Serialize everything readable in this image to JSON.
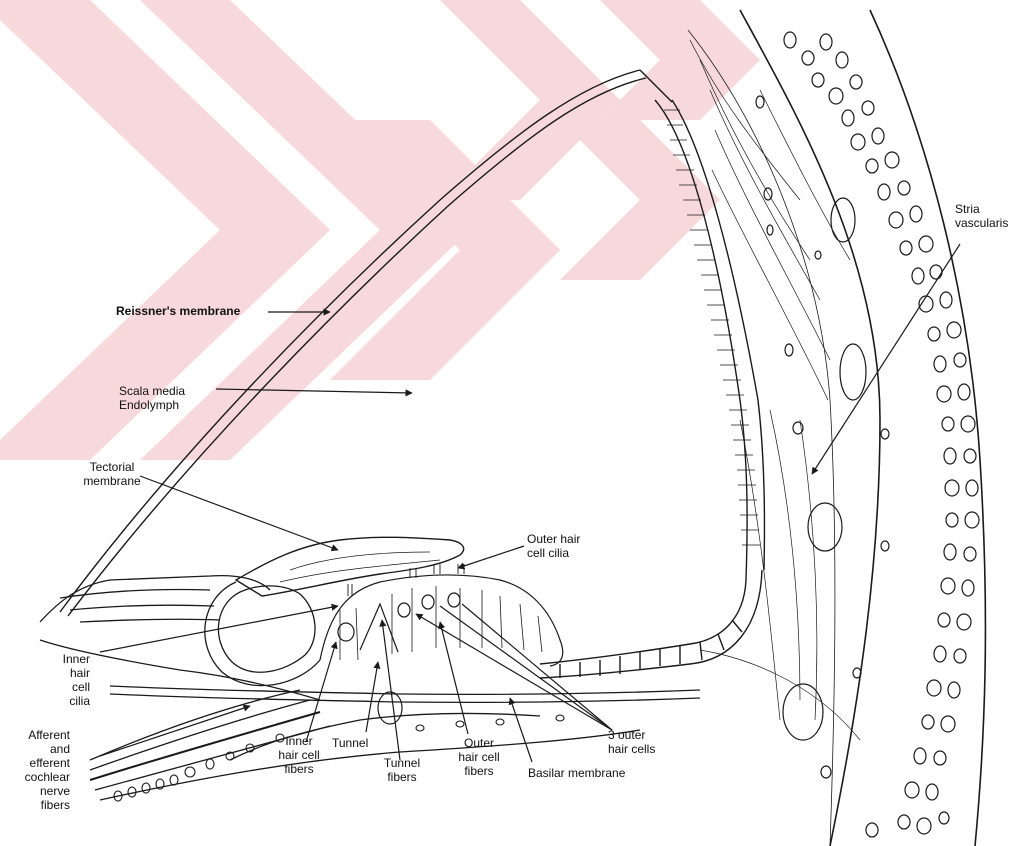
{
  "diagram": {
    "colors": {
      "ink": "#1a1a1a",
      "watermark": "#f6d2d6",
      "paper": "#ffffff"
    },
    "labels": {
      "reissner": "Reissner's membrane",
      "scala_media": "Scala media\nEndolymph",
      "tectorial": "Tectorial\nmembrane",
      "outer_hair_cell_cilia": "Outer hair\ncell cilia",
      "stria_vascularis": "Stria\nvascularis",
      "inner_hair_cell_cilia": "Inner\nhair\ncell\ncilia",
      "afferent_efferent": "Afferent\nand\nefferent\ncochlear\nnerve\nfibers",
      "inner_hair_cell_fibers": "Inner\nhair cell\nfibers",
      "tunnel": "Tunnel",
      "tunnel_fibers": "Tunnel\nfibers",
      "outer_hair_cell_fibers": "Outer\nhair cell\nfibers",
      "basilar_membrane": "Basilar membrane",
      "three_outer_hair_cells": "3 outer\nhair cells"
    }
  }
}
